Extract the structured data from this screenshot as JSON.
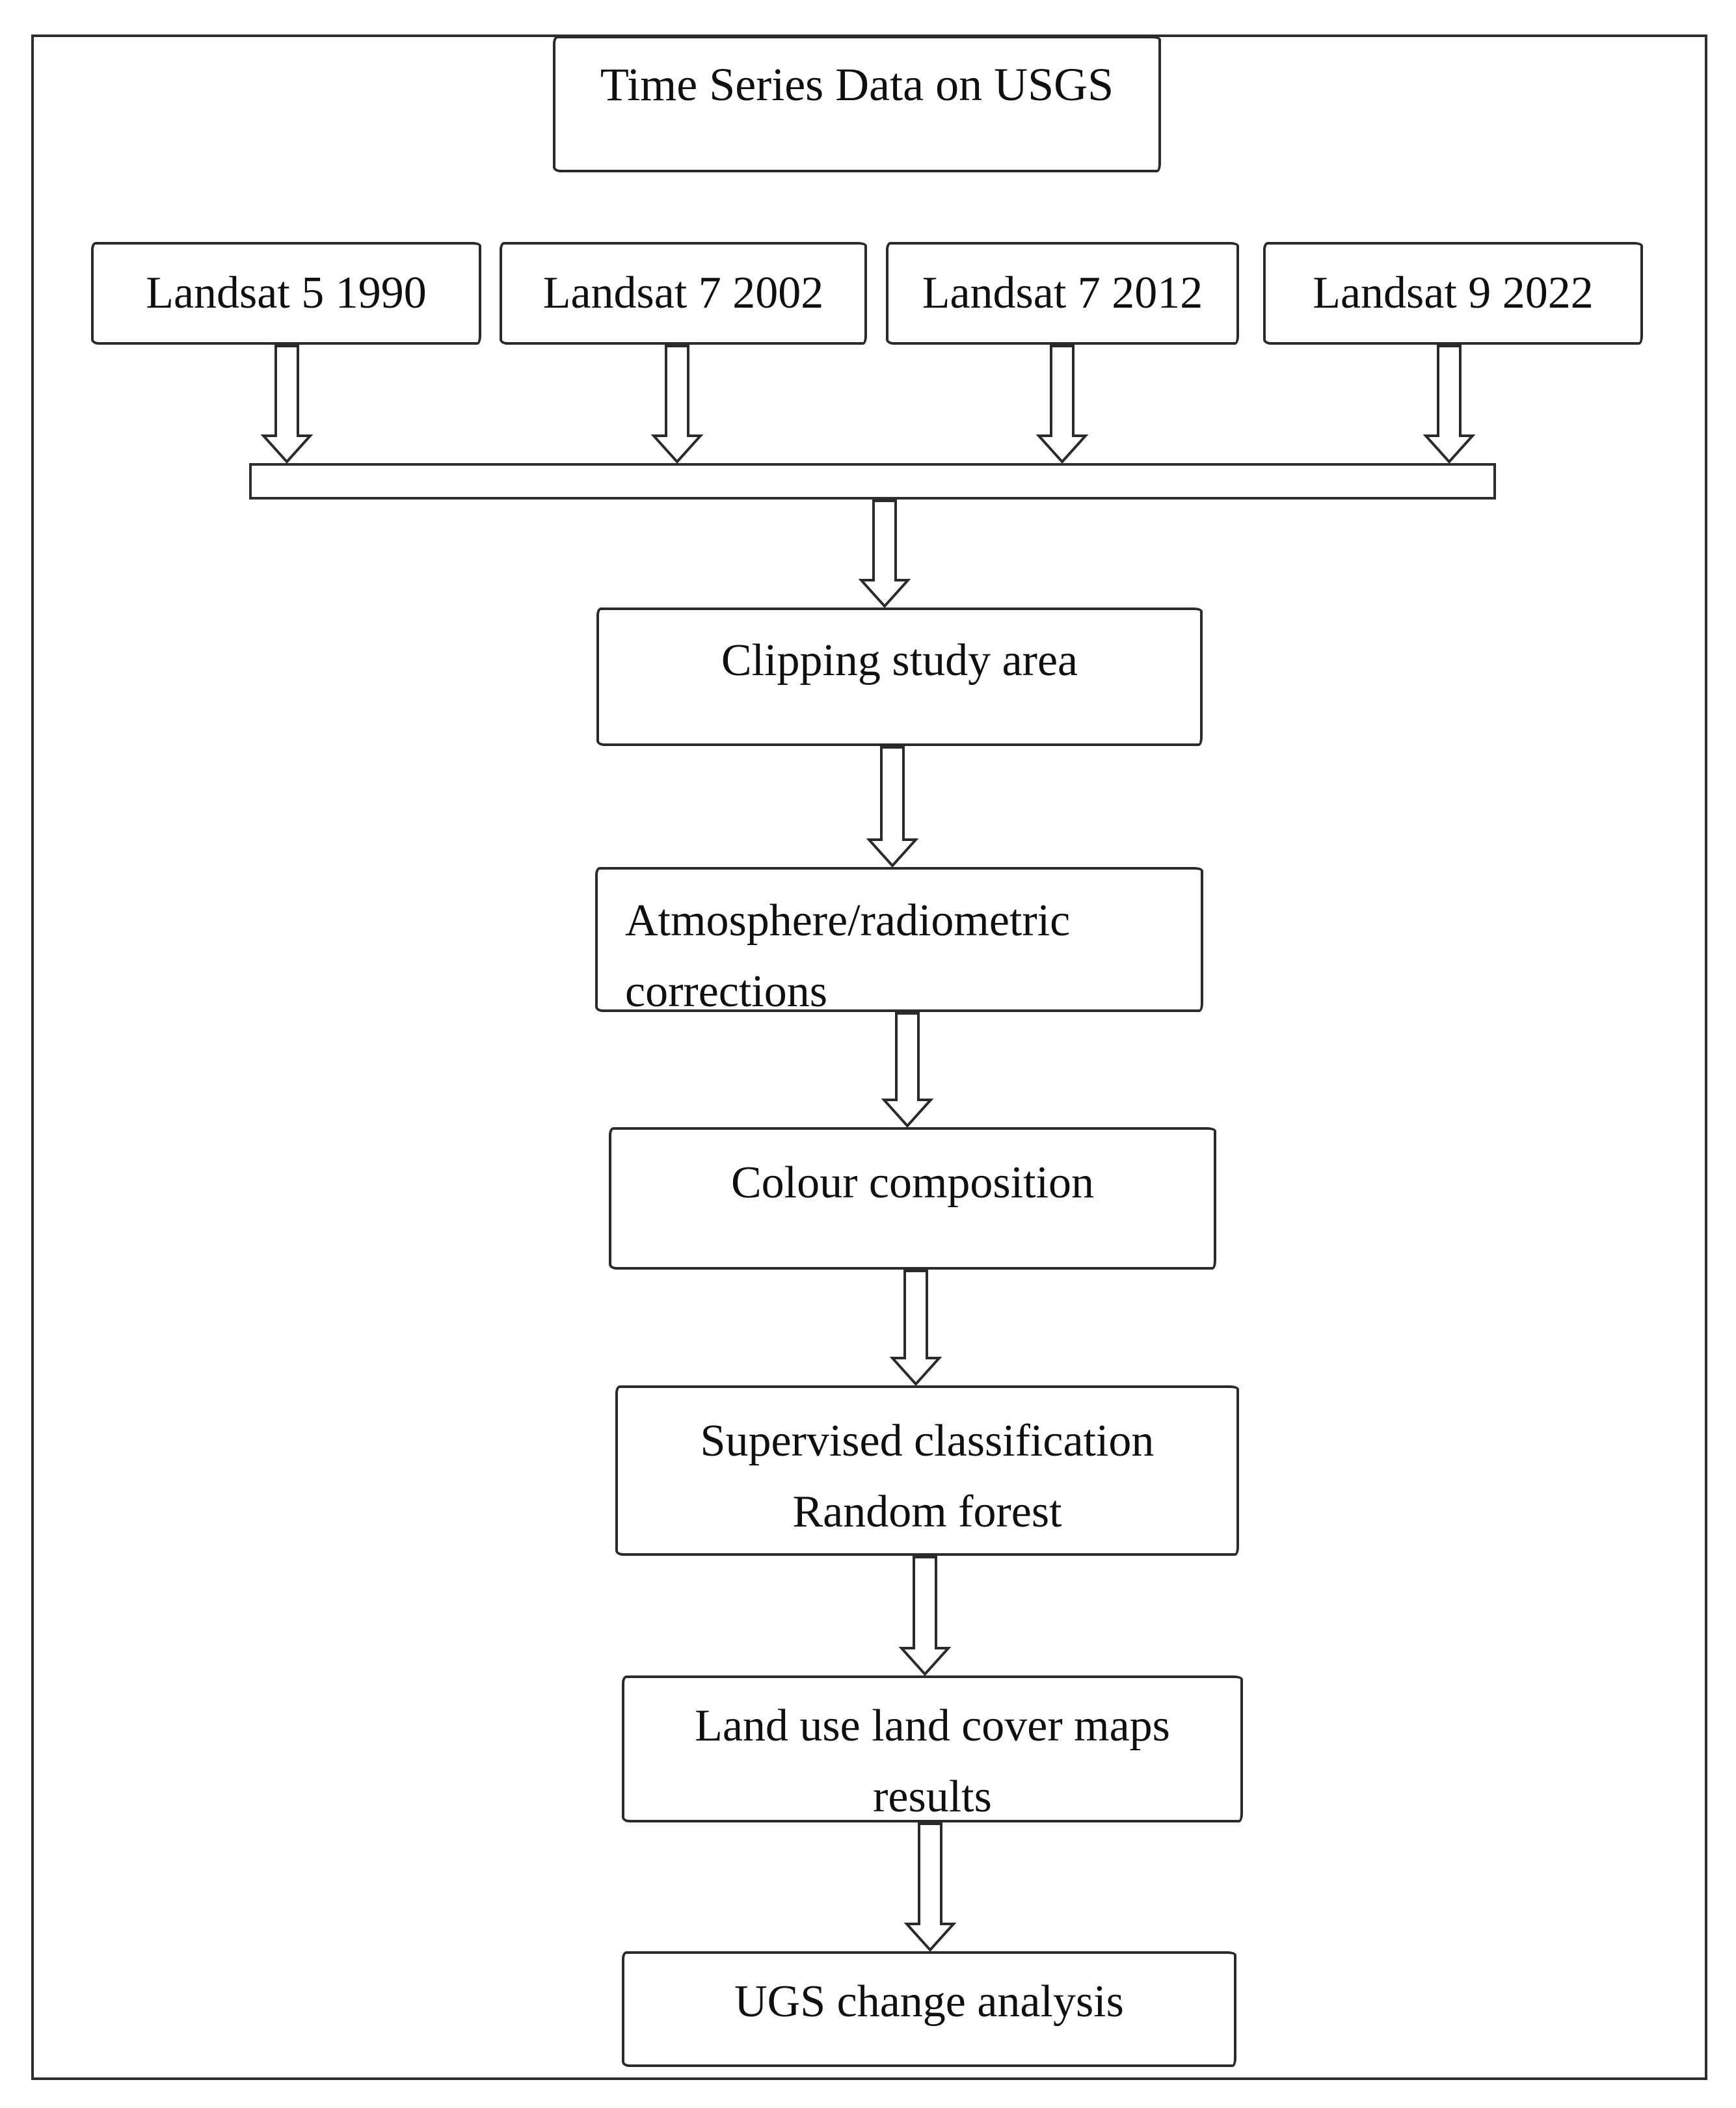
{
  "diagram": {
    "title": "Time Series Data on USGS",
    "sources": [
      {
        "label": "Landsat 5 1990"
      },
      {
        "label": "Landsat 7 2002"
      },
      {
        "label": "Landsat 7 2012"
      },
      {
        "label": "Landsat 9 2022"
      }
    ],
    "steps": [
      {
        "id": "clipping",
        "lines": [
          "Clipping study area"
        ]
      },
      {
        "id": "corrections",
        "lines": [
          "Atmosphere/radiometric",
          "corrections"
        ]
      },
      {
        "id": "colour",
        "lines": [
          "Colour composition"
        ]
      },
      {
        "id": "classification",
        "lines": [
          "Supervised classification",
          "Random forest"
        ]
      },
      {
        "id": "lulc-results",
        "lines": [
          "Land use land cover maps",
          "results"
        ]
      },
      {
        "id": "ugs-analysis",
        "lines": [
          "UGS change analysis"
        ]
      }
    ],
    "colors": {
      "stroke": "#2a2a2a",
      "background": "#ffffff",
      "text": "#0f0f0f"
    }
  }
}
